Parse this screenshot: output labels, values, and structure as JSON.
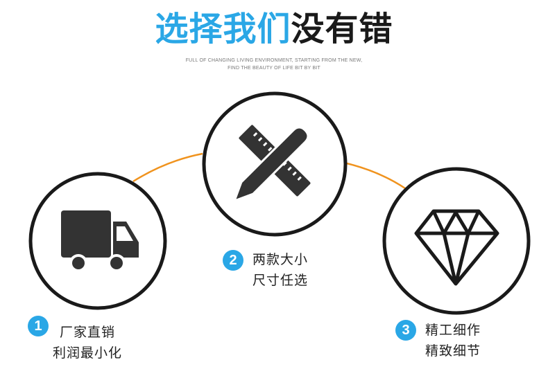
{
  "header": {
    "title_highlight": "选择我们",
    "title_rest": "没有错",
    "subtitle_line1": "FULL OF CHANGING LIVING ENVIRONMENT, STARTING FROM THE NEW,",
    "subtitle_line2": "FIND THE BEAUTY OF LIFE BIT BY BIT"
  },
  "features": [
    {
      "number": "1",
      "line1": "厂家直销",
      "line2": "利润最小化",
      "icon": "truck-icon"
    },
    {
      "number": "2",
      "line1": "两款大小",
      "line2": "尺寸任选",
      "icon": "ruler-pencil-icon"
    },
    {
      "number": "3",
      "line1": "精工细作",
      "line2": "精致细节",
      "icon": "diamond-icon"
    }
  ],
  "colors": {
    "accent_blue": "#2aa7e6",
    "connector_orange": "#f0931e",
    "circle_stroke": "#1a1a1a",
    "icon_fill": "#333333"
  }
}
